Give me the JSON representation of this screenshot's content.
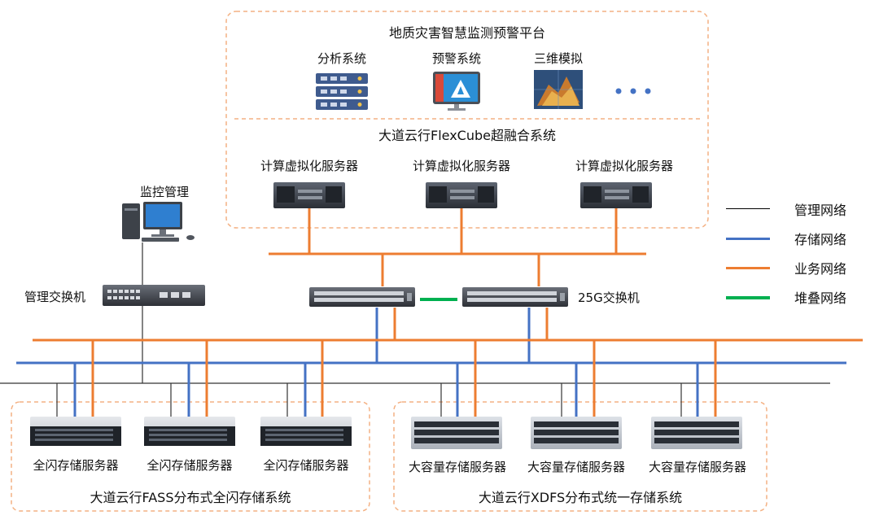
{
  "platform": {
    "title": "地质灾害智慧监测预警平台",
    "apps": [
      {
        "label": "分析系统",
        "icon": "server-rack-icon"
      },
      {
        "label": "预警系统",
        "icon": "warning-monitor-icon"
      },
      {
        "label": "三维模拟",
        "icon": "3d-terrain-icon"
      }
    ],
    "more_icon": "ellipsis-icon"
  },
  "flexcube": {
    "title": "大道云行FlexCube超融合系统",
    "servers": [
      "计算虚拟化服务器",
      "计算虚拟化服务器",
      "计算虚拟化服务器"
    ]
  },
  "monitor": {
    "label": "监控管理",
    "icon": "desktop-computer-icon"
  },
  "mgmt_switch": {
    "label": "管理交换机",
    "icon": "network-switch-icon"
  },
  "switch_25g": {
    "label": "25G交换机",
    "icon": "network-switch-icon"
  },
  "legend": [
    {
      "label": "管理网络",
      "color": "#000000"
    },
    {
      "label": "存储网络",
      "color": "#4472C4"
    },
    {
      "label": "业务网络",
      "color": "#ED7D31"
    },
    {
      "label": "堆叠网络",
      "color": "#00B050"
    }
  ],
  "fass": {
    "title": "大道云行FASS分布式全闪存储系统",
    "servers": [
      "全闪存储服务器",
      "全闪存储服务器",
      "全闪存储服务器"
    ]
  },
  "xdfs": {
    "title": "大道云行XDFS分布式统一存储系统",
    "servers": [
      "大容量存储服务器",
      "大容量存储服务器",
      "大容量存储服务器"
    ]
  }
}
